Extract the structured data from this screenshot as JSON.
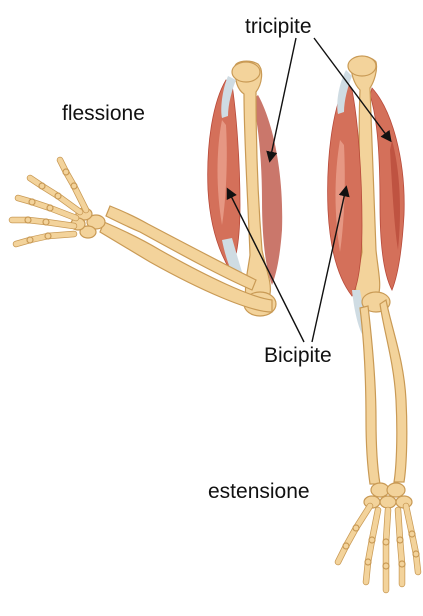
{
  "labels": {
    "flexion": "flessione",
    "triceps": "tricipite",
    "biceps": "Bicipite",
    "extension": "estensione"
  },
  "colors": {
    "bone": "#f3d39b",
    "bone_outline": "#c99a55",
    "bone_shade": "#e2b46e",
    "muscle": "#d4705a",
    "muscle_light": "#eaa18d",
    "muscle_dark": "#b84a3a",
    "tendon": "#cfdce3",
    "leader_line": "#111111",
    "text": "#111111"
  }
}
